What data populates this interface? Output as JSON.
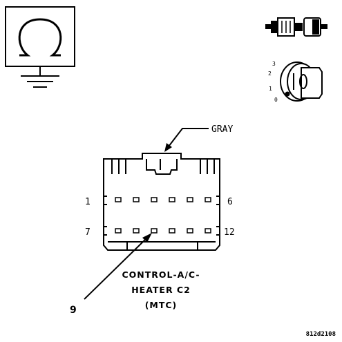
{
  "connector": {
    "color_label": "GRAY",
    "name_line1": "CONTROL-A/C-",
    "name_line2": "HEATER C2",
    "name_line3": "(MTC)",
    "pin_first_top": "1",
    "pin_last_top": "6",
    "pin_first_bottom": "7",
    "pin_last_bottom": "12"
  },
  "callout_number": "9",
  "ignition_positions": [
    "3",
    "2",
    "1",
    "0"
  ],
  "figure_id": "812d2108",
  "icons": {
    "ground_symbol": "ohm-ground-icon",
    "connector_pair": "connector-pair-icon",
    "ignition_switch": "ignition-key-icon"
  }
}
